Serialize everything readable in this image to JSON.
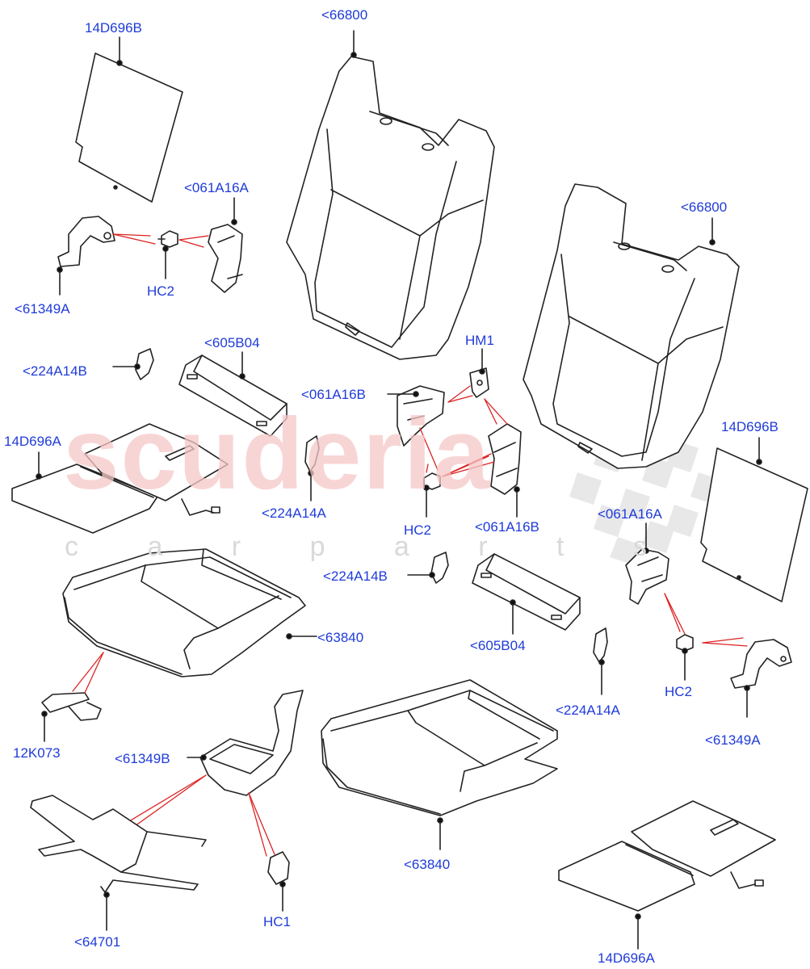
{
  "watermark": {
    "brand": "scuderia",
    "tagline": "c a r p a r t s"
  },
  "labels": [
    {
      "id": "a",
      "text": "14D696B"
    },
    {
      "id": "b",
      "text": "<66800"
    },
    {
      "id": "c",
      "text": "<061A16A"
    },
    {
      "id": "d",
      "text": "HC2"
    },
    {
      "id": "e",
      "text": "<61349A"
    },
    {
      "id": "f",
      "text": "<66800"
    },
    {
      "id": "g",
      "text": "<224A14B"
    },
    {
      "id": "h",
      "text": "<605B04"
    },
    {
      "id": "i",
      "text": "HM1"
    },
    {
      "id": "j",
      "text": "<061A16B"
    },
    {
      "id": "k",
      "text": "14D696A"
    },
    {
      "id": "l",
      "text": "14D696B"
    },
    {
      "id": "m",
      "text": "<224A14A"
    },
    {
      "id": "n",
      "text": "HC2"
    },
    {
      "id": "o",
      "text": "<061A16B"
    },
    {
      "id": "p",
      "text": "<061A16A"
    },
    {
      "id": "q",
      "text": "<224A14B"
    },
    {
      "id": "r",
      "text": "<63840"
    },
    {
      "id": "s",
      "text": "<605B04"
    },
    {
      "id": "t",
      "text": "HC2"
    },
    {
      "id": "u",
      "text": "<224A14A"
    },
    {
      "id": "v",
      "text": "12K073"
    },
    {
      "id": "w",
      "text": "<61349B"
    },
    {
      "id": "x",
      "text": "<61349A"
    },
    {
      "id": "y",
      "text": "<63840"
    },
    {
      "id": "z",
      "text": "HC1"
    },
    {
      "id": "aa",
      "text": "<64701"
    },
    {
      "id": "ab",
      "text": "14D696A"
    }
  ]
}
